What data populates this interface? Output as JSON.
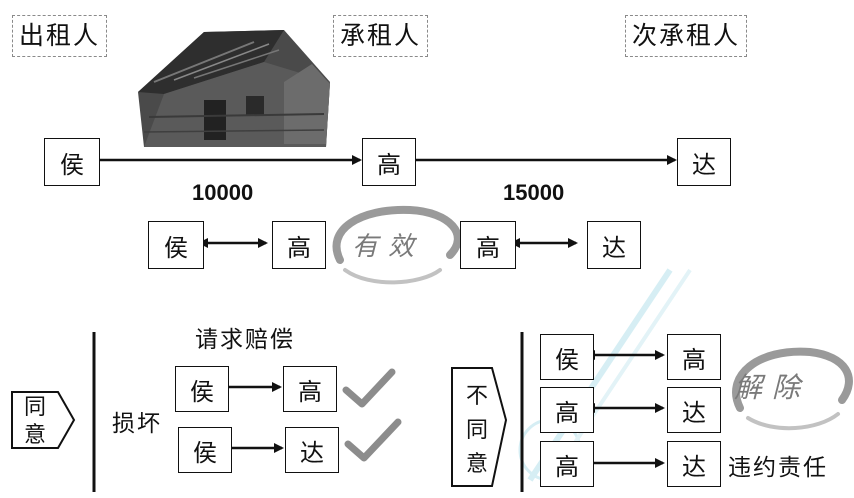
{
  "roles": {
    "lessor": "出租人",
    "lessee": "承租人",
    "sublessee": "次承租人"
  },
  "parties": {
    "hou": "侯",
    "gao": "高",
    "da": "达"
  },
  "amounts": {
    "rent_hou_gao": "10000",
    "rent_gao_da": "15000"
  },
  "watermarks": {
    "effective": "有效",
    "terminate": "解除"
  },
  "scenario_agree": {
    "tag": "同意",
    "damage": "损坏",
    "claim": "请求赔偿"
  },
  "scenario_disagree": {
    "tag": "不同意",
    "breach": "违约责任"
  },
  "colors": {
    "line": "#111111",
    "check": "#8c8c8c",
    "role_border": "#8a8a8a",
    "watermark": "#9a9a9a"
  },
  "icons": [
    "house-photo",
    "check-icon",
    "arrow-right",
    "arrow-double"
  ]
}
